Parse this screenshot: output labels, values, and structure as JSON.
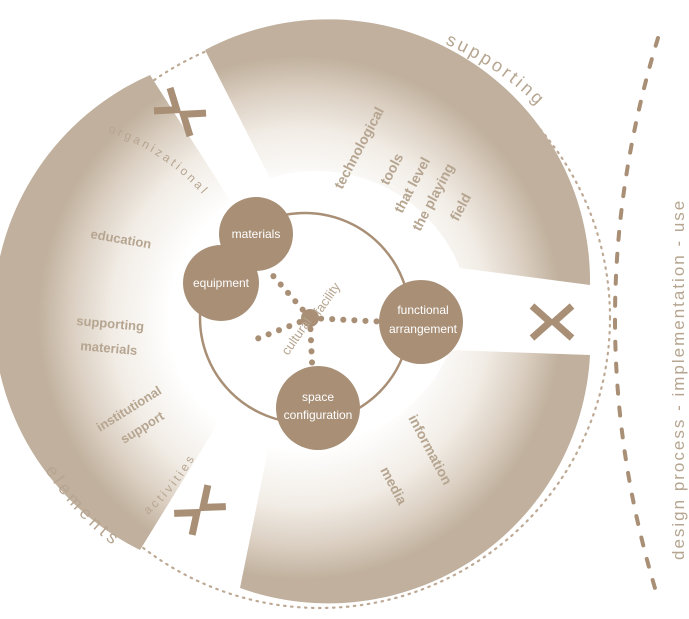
{
  "colors": {
    "ring_dark": "#c3b4a2",
    "ring_light": "#ffffff",
    "node_fill": "#a88f76",
    "line": "#a88f76",
    "text_soft": "#b6a590",
    "text_mid": "#a48f78",
    "dash": "#a88f76"
  },
  "icons": [
    "chevron-pair-icon",
    "chevron-pair-icon",
    "chevron-pair-icon"
  ],
  "ring_labels": {
    "supporting": "supporting",
    "elements": "elements",
    "organizational": "organizational",
    "activities": "activities"
  },
  "side_label": "design process - implementation - use",
  "segments": {
    "left": [
      "education",
      "supporting",
      "materials",
      "institutional",
      "support"
    ],
    "top_right": [
      "technological",
      "tools",
      "that level",
      "the playing",
      "field"
    ],
    "bottom_right": [
      "information",
      "media"
    ]
  },
  "center": {
    "hub_line1": "cultural",
    "hub_line2": "facility"
  },
  "nodes": {
    "materials": "materials",
    "equipment": "equipment",
    "functional_1": "functional",
    "functional_2": "arrangement",
    "space_1": "space",
    "space_2": "configuration"
  }
}
